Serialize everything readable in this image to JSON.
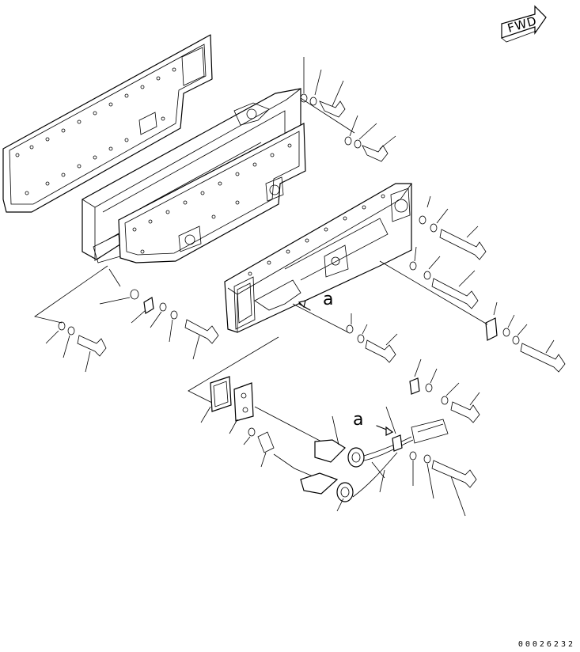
{
  "direction_label": "FWD",
  "callout_letter": "a",
  "diagram_code": "00026232"
}
